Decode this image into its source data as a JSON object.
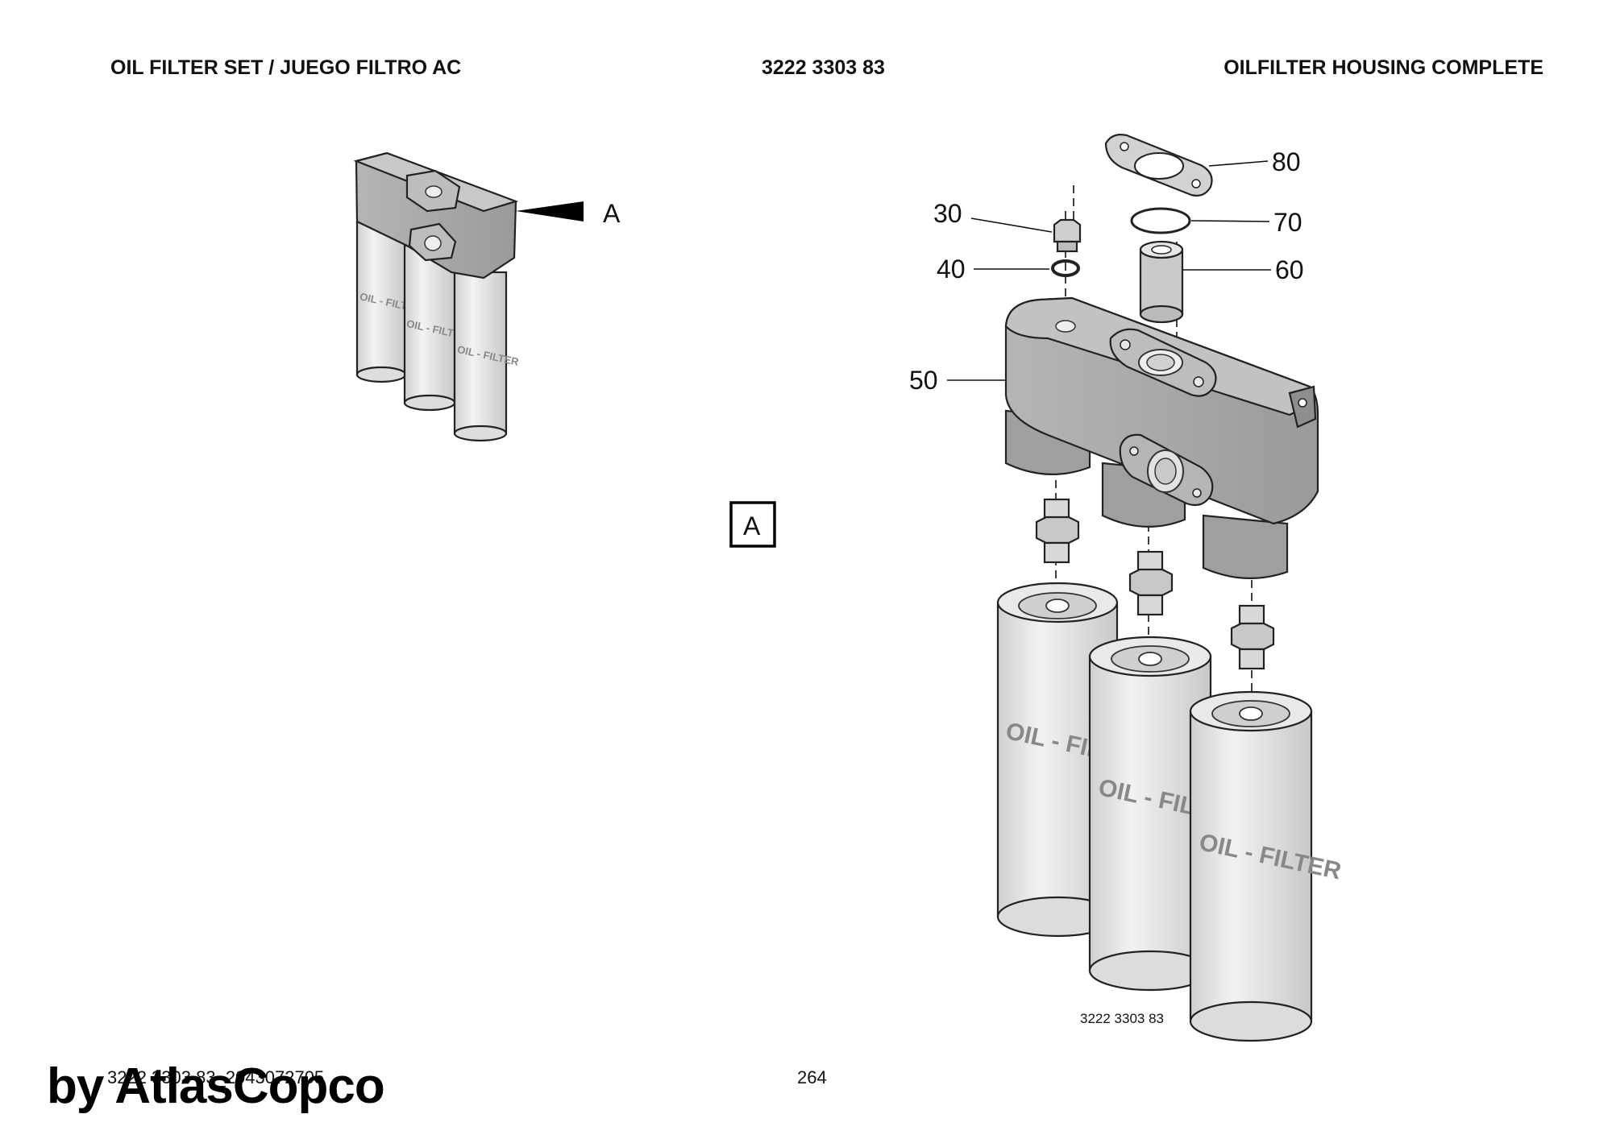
{
  "header": {
    "left_title": "OIL FILTER SET / JUEGO FILTRO AC",
    "part_number": "3222 3303 83",
    "right_title": "OILFILTER HOUSING COMPLETE"
  },
  "overview": {
    "view_marker": "A",
    "filter_label": "OIL - FILTER"
  },
  "view_box_label": "A",
  "callouts": [
    {
      "ref": "80"
    },
    {
      "ref": "70"
    },
    {
      "ref": "60"
    },
    {
      "ref": "30"
    },
    {
      "ref": "40"
    },
    {
      "ref": "50"
    }
  ],
  "filter_label": "OIL - FILTER",
  "drawing_number": "3222 3303 83",
  "footer": {
    "doc_ref": "3222 3303 83_2043072705",
    "page": "264"
  },
  "watermark": "by AtlasCopco",
  "colors": {
    "housing": "#a9a9a9",
    "housing_top": "#c4c4c4",
    "filter_body": "#e6e6e6",
    "line": "#222222"
  }
}
